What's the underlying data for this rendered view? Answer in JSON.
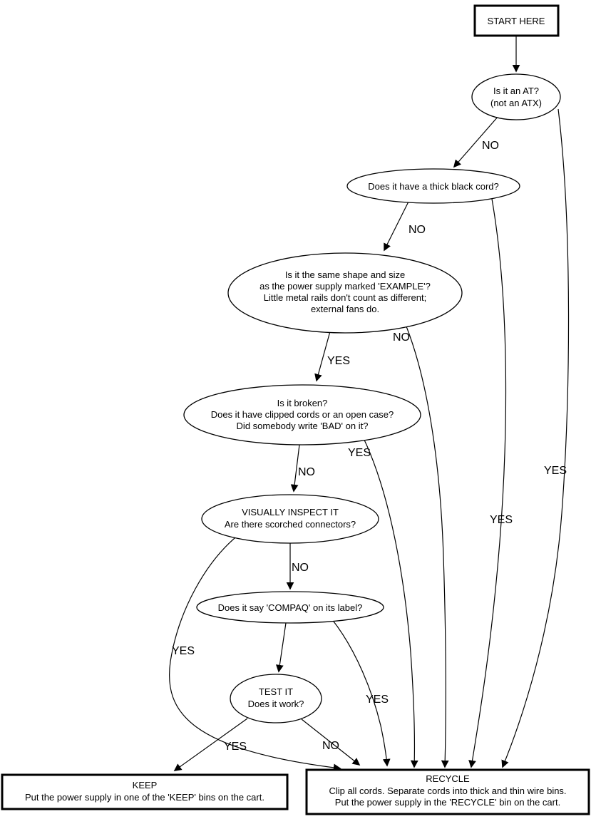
{
  "colors": {
    "stroke": "#000000",
    "background": "#ffffff"
  },
  "nodes": {
    "start": {
      "lines": [
        "START HERE"
      ]
    },
    "is_it_an_at": {
      "lines": [
        "Is it an AT?",
        "(not an ATX)"
      ]
    },
    "thick_black_cord": {
      "lines": [
        "Does it have a thick black cord?"
      ]
    },
    "same_shape": {
      "lines": [
        "Is it the same shape and size",
        "as the power supply marked 'EXAMPLE'?",
        "Little metal rails don't count as different;",
        "external fans do."
      ]
    },
    "is_it_broken": {
      "lines": [
        "Is it broken?",
        "Does it have clipped cords or an open case?",
        "Did somebody write 'BAD' on it?"
      ]
    },
    "visually_inspect": {
      "lines": [
        "VISUALLY INSPECT IT",
        "Are there scorched connectors?"
      ]
    },
    "compaq_label": {
      "lines": [
        "Does it say 'COMPAQ' on its label?"
      ]
    },
    "test_it": {
      "lines": [
        "TEST IT",
        "Does it work?"
      ]
    },
    "keep": {
      "lines": [
        "KEEP",
        "Put the power supply in one of the 'KEEP' bins on the cart."
      ]
    },
    "recycle": {
      "lines": [
        "RECYCLE",
        "Clip all cords. Separate cords into thick and thin wire bins.",
        "Put the power supply in the 'RECYCLE' bin on the cart."
      ]
    }
  },
  "edges": {
    "at_no": "NO",
    "at_yes": "YES",
    "cord_no": "NO",
    "cord_yes": "YES",
    "shape_yes": "YES",
    "shape_no": "NO",
    "broken_no": "NO",
    "broken_yes": "YES",
    "inspect_no": "NO",
    "inspect_yes": "YES",
    "compaq_yes": "YES",
    "test_yes": "YES",
    "test_no": "NO"
  }
}
